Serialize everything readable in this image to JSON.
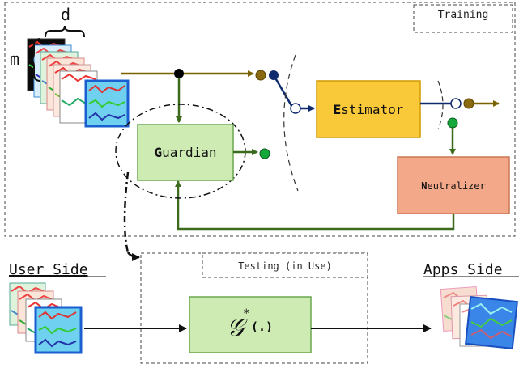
{
  "labels": {
    "training": "Training",
    "testing": "Testing (in Use)",
    "user_side": "User Side",
    "apps_side": "Apps Side",
    "dim_d": "d",
    "dim_m": "m"
  },
  "blocks": {
    "estimator": {
      "initial": "E",
      "rest": "stimator"
    },
    "guardian": {
      "initial": "G",
      "rest": "uardian"
    },
    "neutralizer": {
      "initial": "N",
      "rest": "eutralizer"
    },
    "g_star": {
      "symbol": "𝒢",
      "sup": "*",
      "args": "(.)"
    }
  },
  "colors": {
    "estimator_fill": "#f9c93a",
    "estimator_stroke": "#d19a00",
    "guardian_fill": "#cdebb3",
    "guardian_stroke": "#6aa84f",
    "neutralizer_fill": "#f4a88a",
    "neutralizer_stroke": "#cc7755",
    "olive": "#7a6200",
    "dark_green": "#3d6b1e",
    "navy": "#102a6e",
    "green_dot": "#14a83a"
  }
}
